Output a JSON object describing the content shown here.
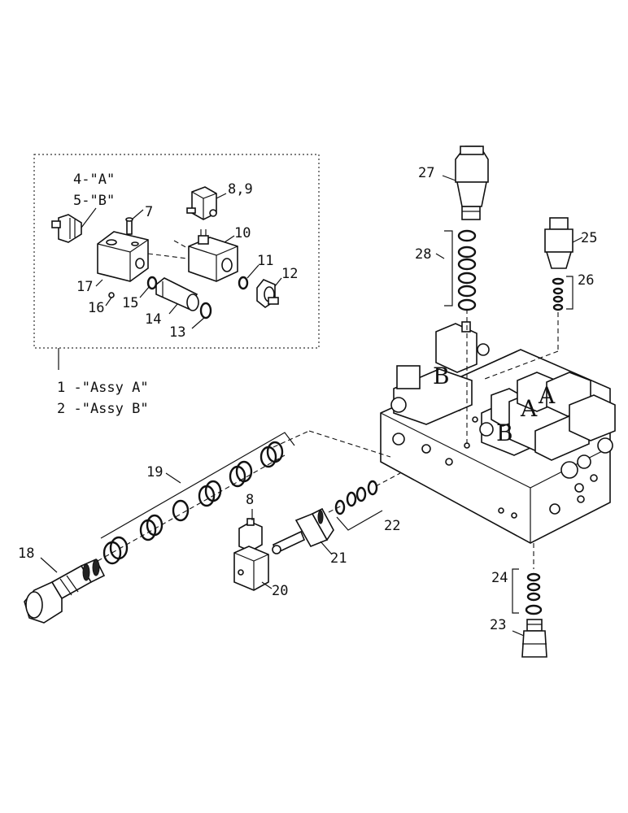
{
  "diagram": {
    "labels": {
      "assy_a_part": "4-\"A\"",
      "assy_b_part": "5-\"B\"",
      "assy_a": "1 -\"Assy A\"",
      "assy_b": "2 -\"Assy B\"",
      "p7": "7",
      "p8_9": "8,9",
      "p8": "8",
      "p10": "10",
      "p11": "11",
      "p12": "12",
      "p13": "13",
      "p14": "14",
      "p15": "15",
      "p16": "16",
      "p17": "17",
      "p18": "18",
      "p19": "19",
      "p20": "20",
      "p21": "21",
      "p22": "22",
      "p23": "23",
      "p24": "24",
      "p25": "25",
      "p26": "26",
      "p27": "27",
      "p28": "28",
      "valve_b1": "B",
      "valve_b2": "B",
      "valve_a1": "A",
      "valve_a2": "A"
    }
  }
}
